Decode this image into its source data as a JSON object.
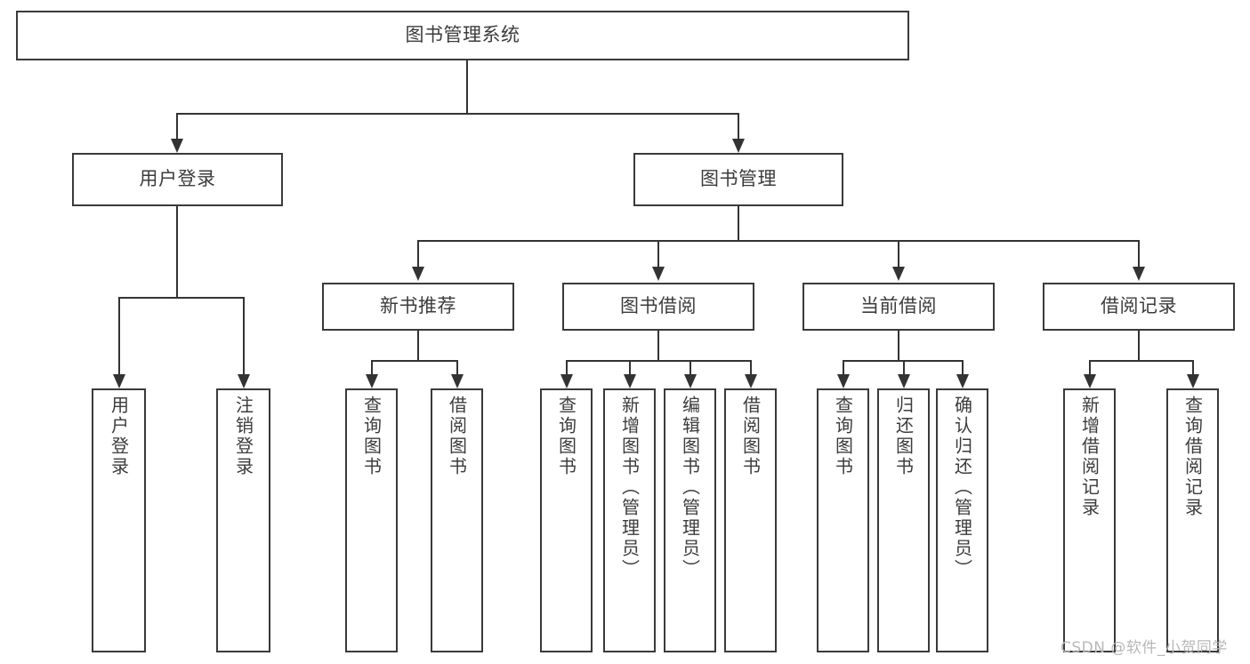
{
  "diagram": {
    "title": "图书管理系统",
    "type": "功能结构图",
    "root": {
      "label": "图书管理系统"
    },
    "level2": [
      {
        "label": "用户登录"
      },
      {
        "label": "图书管理"
      }
    ],
    "level3": [
      {
        "label": "新书推荐"
      },
      {
        "label": "图书借阅"
      },
      {
        "label": "当前借阅"
      },
      {
        "label": "借阅记录"
      }
    ],
    "leaves": {
      "user_login": [
        {
          "label": "用户登录"
        },
        {
          "label": "注销登录"
        }
      ],
      "new_book_recommend": [
        {
          "label": "查询图书"
        },
        {
          "label": "借阅图书"
        }
      ],
      "book_borrow": [
        {
          "label": "查询图书"
        },
        {
          "label": "新增图书（管理员）"
        },
        {
          "label": "编辑图书（管理员）"
        },
        {
          "label": "借阅图书"
        }
      ],
      "current_borrow": [
        {
          "label": "查询图书"
        },
        {
          "label": "归还图书"
        },
        {
          "label": "确认归还（管理员）"
        }
      ],
      "borrow_record": [
        {
          "label": "新增借阅记录"
        },
        {
          "label": "查询借阅记录"
        }
      ]
    }
  },
  "watermark": {
    "text": "CSDN @软件_小贺同学"
  },
  "colors": {
    "box_border": "#3a3a3a",
    "connector": "#333333",
    "text": "#3c3c3c",
    "background": "#ffffff",
    "watermark": "#b8b8b8"
  }
}
